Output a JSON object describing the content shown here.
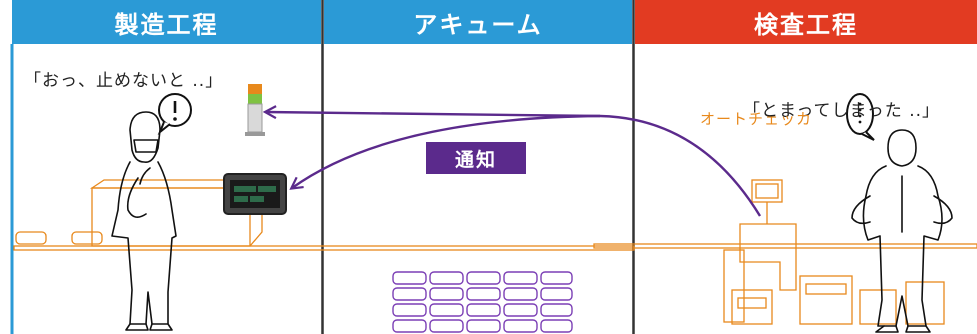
{
  "headers": {
    "manufacturing": "製造工程",
    "accumulation": "アキューム",
    "inspection": "検査工程"
  },
  "quotes": {
    "left": "「おっ、止めないと ..」",
    "right": "「とまってしまった ..」"
  },
  "auto_checker_label": "オートチェッカ",
  "notify_label": "通知",
  "colors": {
    "header_blue": "#2b9ad6",
    "header_red": "#e23b22",
    "arrow_purple": "#5b2a8c",
    "conveyor_orange": "#e8891c",
    "tray_purple": "#7b3fb5"
  }
}
